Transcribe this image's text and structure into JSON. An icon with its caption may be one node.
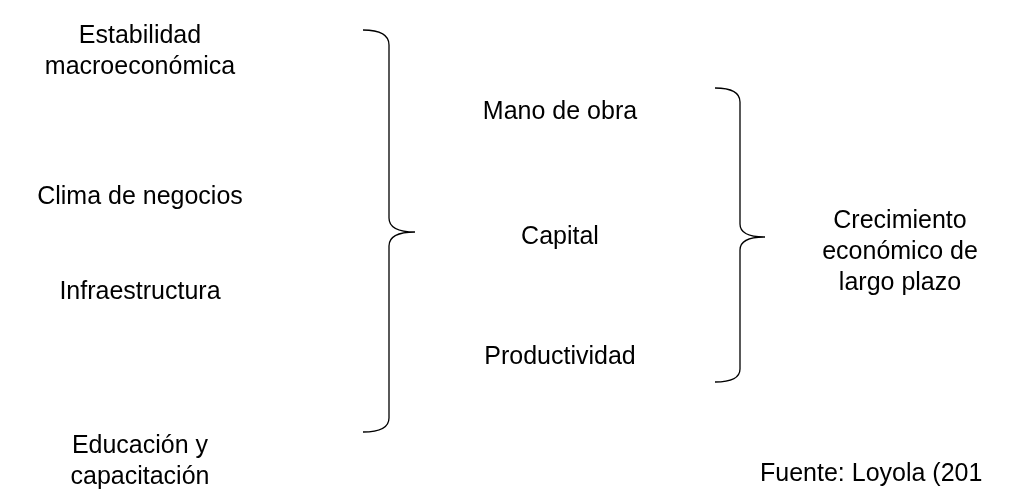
{
  "diagram": {
    "caption": "Fuente: Loyola (201",
    "labels": [
      "Estabilidad macroeconómica",
      "Mano de obra",
      "Clima de negocios",
      "Capital",
      "Crecimiento económico de largo plazo",
      "Infraestructura",
      "Productividad",
      "Educación y capacitación"
    ]
  }
}
